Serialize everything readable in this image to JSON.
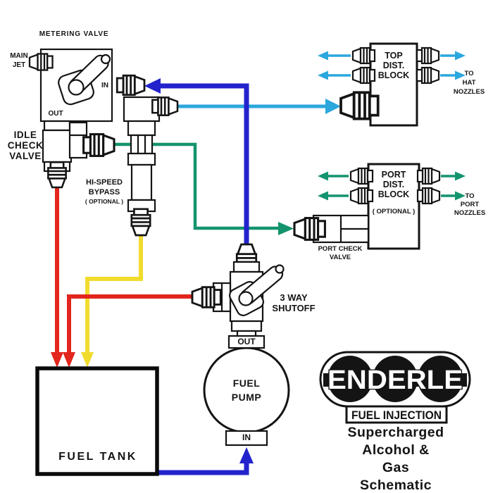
{
  "colors": {
    "ink": "#141414",
    "line_blue": "#2323cd",
    "line_cyan": "#2ba7dd",
    "line_green": "#14946e",
    "line_red": "#e2251d",
    "line_yellow": "#f1dc2e"
  },
  "labels": {
    "metering_valve": "METERING VALVE",
    "main_jet": "MAIN\nJET",
    "in_port": "IN",
    "out_port": "OUT",
    "idle_check_valve": "IDLE\nCHECK\nVALVE",
    "hi_speed_bypass": "HI-SPEED\nBYPASS",
    "hi_speed_optional": "( OPTIONAL )",
    "top_dist_block": "TOP\nDIST.\nBLOCK",
    "to_hat_nozzles": "TO\nHAT\nNOZZLES",
    "port_dist_block": "PORT\nDIST.\nBLOCK",
    "port_dist_optional": "( OPTIONAL )",
    "to_port_nozzles": "TO\nPORT\nNOZZLES",
    "port_check_valve": "PORT CHECK\nVALVE",
    "three_way_shutoff": "3 WAY\nSHUTOFF",
    "pump_out": "OUT",
    "fuel_pump": "FUEL\nPUMP",
    "pump_in": "IN",
    "fuel_tank": "FUEL TANK"
  },
  "logo": {
    "brand": "ENDERLE",
    "sub": "FUEL INJECTION",
    "tagline": "Supercharged\nAlcohol & Gas\nSchematic"
  }
}
